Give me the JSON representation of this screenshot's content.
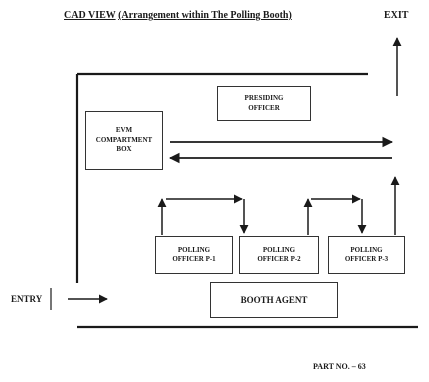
{
  "title": {
    "prefix": "CAD VIEW",
    "suffix": "(Arrangement within The Polling Booth)"
  },
  "exit_label": "EXIT",
  "entry_label": "ENTRY",
  "part_no": "PART NO. – 63",
  "boxes": {
    "presiding_officer": {
      "line1": "PRESIDING",
      "line2": "OFFICER"
    },
    "evm": {
      "line1": "EVM",
      "line2": "COMPARTMENT",
      "line3": "BOX"
    },
    "p1": {
      "line1": "POLLING",
      "line2": "OFFICER P-1"
    },
    "p2": {
      "line1": "POLLING",
      "line2": "OFFICER P-2"
    },
    "p3": {
      "line1": "POLLING",
      "line2": "OFFICER P-3"
    },
    "booth_agent": {
      "line1": "BOOTH AGENT"
    }
  }
}
